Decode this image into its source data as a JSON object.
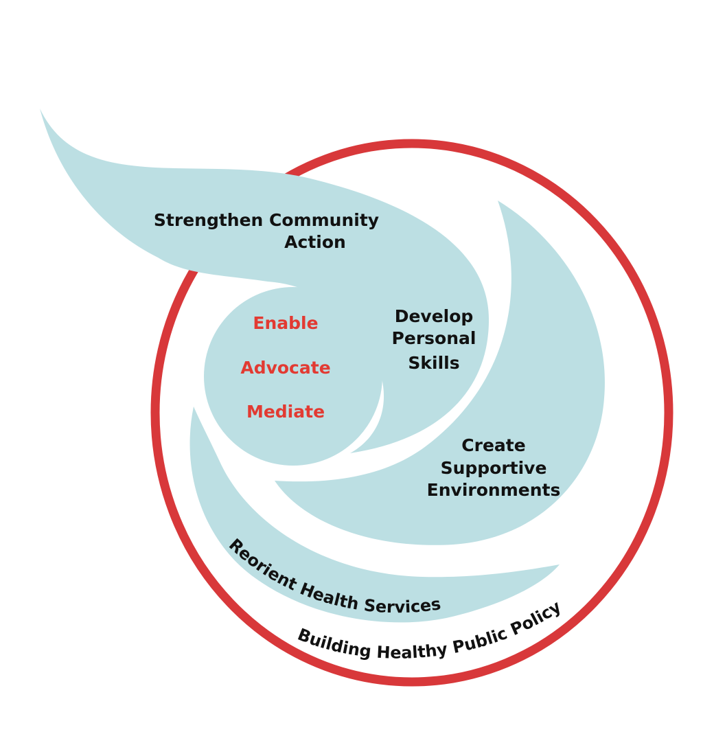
{
  "diagram": {
    "colors": {
      "swirl": "#bcdfe3",
      "ring": "#d8383a",
      "center_text": "#e23a32",
      "text": "#111111",
      "background": "#ffffff"
    },
    "center": {
      "items": [
        "Enable",
        "Advocate",
        "Mediate"
      ]
    },
    "strengthen": {
      "line1": "Strengthen Community",
      "line2": "Action"
    },
    "develop": {
      "line1": "Develop",
      "line2": "Personal",
      "line3": "Skills"
    },
    "create": {
      "line1": "Create",
      "line2": "Supportive",
      "line3": "Environments"
    },
    "reorient": "Reorient Health Services",
    "building": "Building Healthy Public Policy"
  }
}
